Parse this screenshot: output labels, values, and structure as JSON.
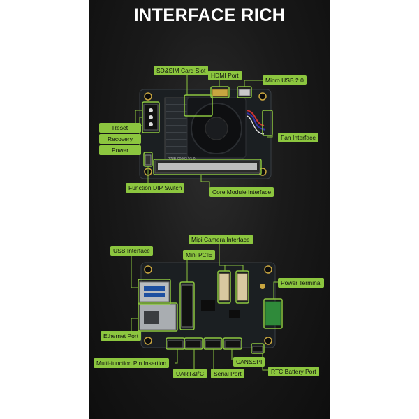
{
  "title": "INTERFACE RICH",
  "colors": {
    "accent": "#8cc63f",
    "background": "#151515",
    "board": "#1b1f22"
  },
  "board_top": {
    "silkscreen": "P73B-00002 V1.0",
    "labels": {
      "sd_sim": "SD&SIM Card Slot",
      "hdmi": "HDMI Port",
      "micro_usb": "Micro USB 2.0",
      "reset": "Reset",
      "recovery": "Recovery",
      "power": "Power",
      "fan": "Fan Interface",
      "dip": "Function DIP Switch",
      "core": "Core Module Interface"
    }
  },
  "board_bottom": {
    "labels": {
      "mipi": "Mipi Camera Interface",
      "usb": "USB Interface",
      "pcie": "Mini PCIE",
      "power_terminal": "Power Terminal",
      "ethernet": "Ethernet Port",
      "multi_pin": "Multi-function Pin Insertion",
      "uart": "UART&I²C",
      "serial": "Serial Port",
      "can": "CAN&SPI",
      "rtc": "RTC Battery Port"
    }
  }
}
